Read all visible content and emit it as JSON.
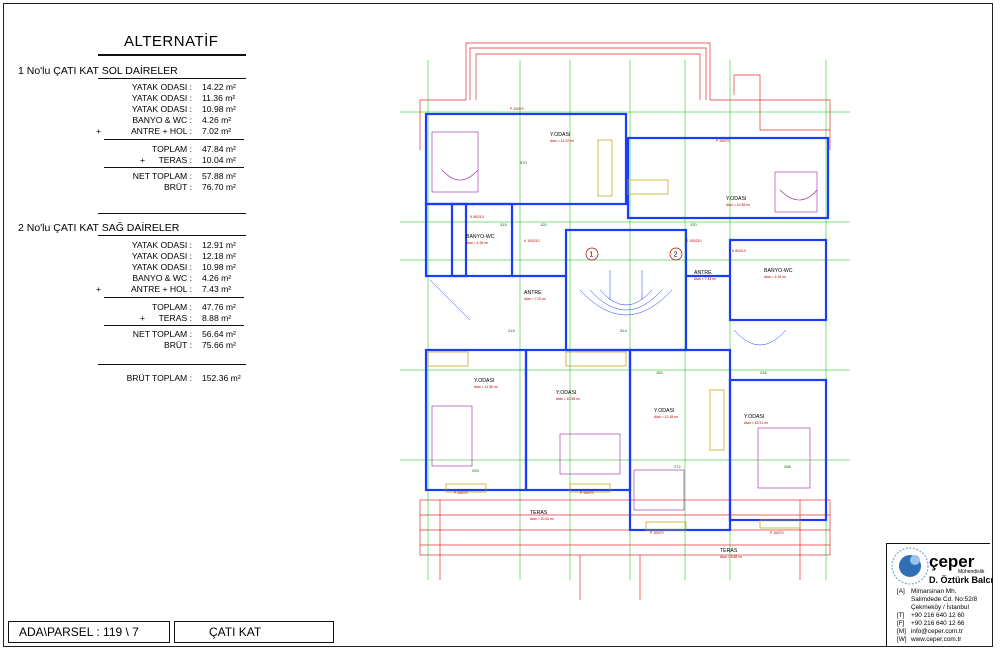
{
  "header": {
    "title": "ALTERNATİF"
  },
  "left_unit": {
    "heading": "1  No'lu ÇATI KAT SOL DAİRELER",
    "rooms": [
      {
        "label": "YATAK ODASI :",
        "value": "14.22 m²",
        "plus": ""
      },
      {
        "label": "YATAK ODASI :",
        "value": "11.36 m²",
        "plus": ""
      },
      {
        "label": "YATAK ODASI :",
        "value": "10.98 m²",
        "plus": ""
      },
      {
        "label": "BANYO & WC :",
        "value": "4.26 m²",
        "plus": ""
      },
      {
        "label": "ANTRE + HOL :",
        "value": "7.02 m²",
        "plus": "+"
      }
    ],
    "toplam_label": "TOPLAM :",
    "toplam": "47.84 m²",
    "teras_label": "TERAS :",
    "teras": "10.04 m²",
    "teras_plus": "+",
    "net_label": "NET TOPLAM :",
    "net": "57.88 m²",
    "brut_label": "BRÜT :",
    "brut": "76.70 m²"
  },
  "right_unit": {
    "heading": "2  No'lu ÇATI KAT SAĞ DAİRELER",
    "rooms": [
      {
        "label": "YATAK ODASI :",
        "value": "12.91 m²",
        "plus": ""
      },
      {
        "label": "YATAK ODASI :",
        "value": "12.18 m²",
        "plus": ""
      },
      {
        "label": "YATAK ODASI :",
        "value": "10.98 m²",
        "plus": ""
      },
      {
        "label": "BANYO & WC :",
        "value": "4.26 m²",
        "plus": ""
      },
      {
        "label": "ANTRE + HOL :",
        "value": "7.43 m²",
        "plus": "+"
      }
    ],
    "toplam_label": "TOPLAM :",
    "toplam": "47.76 m²",
    "teras_label": "TERAS :",
    "teras": "8.88 m²",
    "teras_plus": "+",
    "net_label": "NET TOPLAM :",
    "net": "56.64 m²",
    "brut_label": "BRÜT :",
    "brut": "75.66 m²"
  },
  "total": {
    "label": "BRÜT TOPLAM :",
    "value": "152.36 m²"
  },
  "footer": {
    "parcel": "ADA\\PARSEL :  119 \\ 7",
    "floor": "ÇATI KAT"
  },
  "company": {
    "name": "çeper",
    "tagline": "Mühendislik",
    "person": "D. Öztürk Balcı",
    "contacts": [
      {
        "k": "[A]",
        "v": "Mimarsinan Mh."
      },
      {
        "k": "",
        "v": "Salimdede Cd. No:52/8"
      },
      {
        "k": "",
        "v": "Çekmeköy / İstanbul"
      },
      {
        "k": "[T]",
        "v": "+90 216 640 12 60"
      },
      {
        "k": "[F]",
        "v": "+90 216 640 12 66"
      },
      {
        "k": "[M]",
        "v": "info@ceper.com.tr"
      },
      {
        "k": "[W]",
        "v": "www.ceper.com.tr"
      }
    ]
  },
  "plan": {
    "unit_numbers": [
      "1",
      "2"
    ],
    "rooms": [
      {
        "name": "Y.ODASI",
        "sub": "Alan = 14.22 m²"
      },
      {
        "name": "Y.ODASI",
        "sub": "Alan = 10.98 m²"
      },
      {
        "name": "BANYO-WC",
        "sub": "Alan = 4.26 m²"
      },
      {
        "name": "BANYO-WC",
        "sub": "Alan = 4.26 m²"
      },
      {
        "name": "ANTRE",
        "sub": "Alan = 7.02 m²"
      },
      {
        "name": "ANTRE",
        "sub": "Alan = 7.43 m²"
      },
      {
        "name": "Y.ODASI",
        "sub": "Alan = 11.36 m²"
      },
      {
        "name": "Y.ODASI",
        "sub": "Alan = 10.98 m²"
      },
      {
        "name": "Y.ODASI",
        "sub": "Alan = 12.18 m²"
      },
      {
        "name": "Y.ODASI",
        "sub": "Alan = 12.91 m²"
      },
      {
        "name": "TERAS",
        "sub": "Alan = 10.04 m²"
      },
      {
        "name": "TERAS",
        "sub": "Alan = 8.88 m²"
      }
    ],
    "openings": [
      "P 100/70",
      "P 150/70",
      "K 80/210",
      "K 100/210",
      "K 100/210",
      "K 80/210",
      "P 150/70",
      "P 150/70",
      "P 100/70",
      "P 150/70"
    ],
    "dims": [
      "570",
      "315",
      "120",
      "120",
      "215",
      "314",
      "216",
      "293",
      "272",
      "268",
      "152"
    ],
    "colors": {
      "wall": "#1a3cff",
      "grid": "#00c000",
      "roof": "#e03030",
      "furniture": "#a020a0",
      "fixture": "#b8a000"
    }
  }
}
